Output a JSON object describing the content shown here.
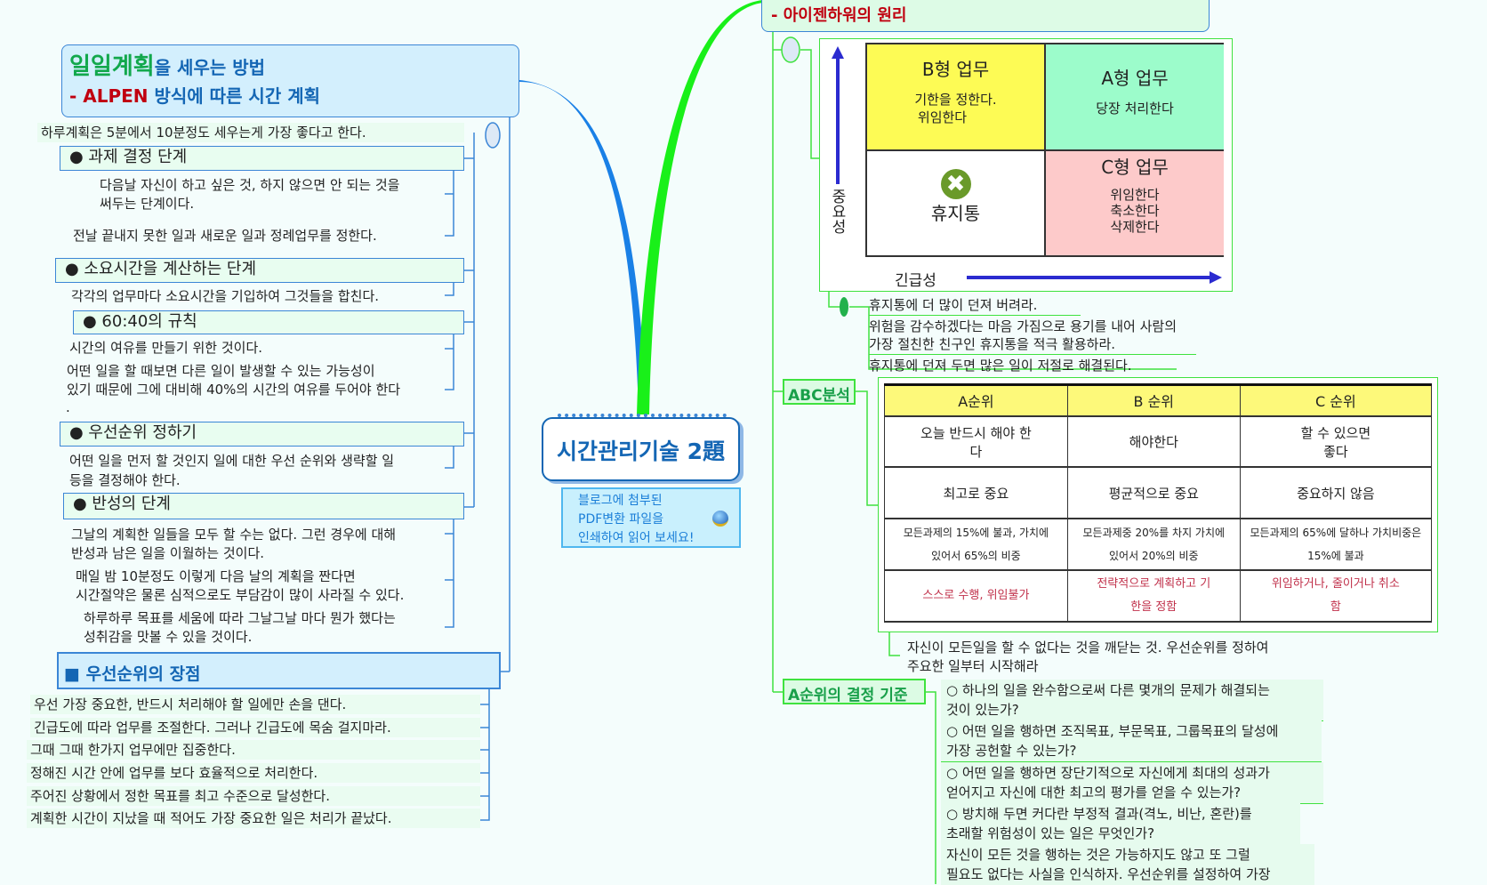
{
  "central": {
    "title": "시간관리기술 2題",
    "note": [
      "블로그에 첨부된",
      "PDF변환 파일을",
      "인쇄하여 읽어 보세요!"
    ]
  },
  "left": {
    "title_green": "일일계획",
    "title_rest": "을 세우는 방법",
    "subtitle_dash": "- ",
    "subtitle_red": "ALPEN",
    "subtitle_rest": " 방식에 따른 시간 계획",
    "intro": "하루계획은 5분에서 10분정도 세우는게 가장 좋다고 한다.",
    "steps": [
      {
        "label": "● 과제 결정 단계",
        "lines": [
          "다음날 자신이 하고 싶은 것, 하지 않으면 안 되는 것을",
          "써두는 단계이다.",
          "전날 끝내지 못한 일과 새로운 일과 정례업무를 정한다."
        ]
      },
      {
        "label": "● 소요시간을 계산하는 단계",
        "lines": [
          "각각의 업무마다 소요시간을 기입하여 그것들을 합친다."
        ]
      },
      {
        "label": "● 60:40의 규칙",
        "lines": [
          "시간의 여유를 만들기 위한 것이다.",
          "어떤 일을 할 때보면 다른 일이 발생할 수 있는 가능성이",
          "있기 때문에 그에 대비해 40%의 시간의 여유를 두어야 한다",
          "."
        ]
      },
      {
        "label": "● 우선순위 정하기",
        "lines": [
          "어떤 일을 먼저 할 것인지 일에 대한 우선 순위와 생략할 일",
          "등을 결정해야 한다."
        ]
      },
      {
        "label": "● 반성의 단계",
        "lines": [
          "그날의 계획한 일들을 모두 할 수는 없다. 그런 경우에 대해",
          "반성과 남은 일을 이월하는 것이다.",
          "매일 밤 10분정도 이렇게 다음 날의 계획을 짠다면",
          "시간절약은 물론 심적으로도 부담감이 많이 사라질 수 있다.",
          "하루하루 목표를 세움에 따라 그날그날 마다 뭔가 했다는",
          "성취감을  맛볼 수 있을 것이다."
        ]
      }
    ],
    "advantages_title": "■ 우선순위의 장점",
    "advantages": [
      "우선 가장 중요한, 반드시 처리해야 할 일에만  손을 댄다.",
      " 긴급도에 따라 업무를 조절한다. 그러나 긴급도에 목숨 걸지마라.",
      "그때 그때 한가지 업무에만 집중한다.",
      "정해진 시간 안에 업무를 보다 효율적으로 처리한다.",
      "주어진 상황에서 정한 목표를 최고 수준으로 달성한다.",
      "계획한 시간이 지났을 때 적어도 가장 중요한 일은 처리가 끝났다."
    ]
  },
  "right": {
    "eisenhower_title": "- 아이젠하워의 원리",
    "matrix": {
      "b": {
        "title": "B형 업무",
        "lines": [
          "기한을 정한다.",
          "위임한다"
        ],
        "color": "#fdfb55"
      },
      "a": {
        "title": "A형 업무",
        "lines": [
          "당장 처리한다"
        ],
        "color": "#9cfccb"
      },
      "trash": {
        "title": "휴지통"
      },
      "c": {
        "title": "C형 업무",
        "lines": [
          "위임한다",
          "축소한다",
          "삭제한다"
        ],
        "color": "#fdcaca"
      },
      "y_axis": "중요성",
      "x_axis": "긴급성"
    },
    "trash_notes": [
      "휴지통에 더 많이 던져 버려라.",
      "위험을 감수하겠다는 마음 가짐으로 용기를 내어 사람의",
      "가장 절친한 친구인 휴지통을 적극 활용하라.",
      "휴지통에 던져 두면 많은 일이 저절로 해결된다."
    ],
    "abc_label": "ABC분석",
    "abc_table": {
      "headers": [
        "A순위",
        "B 순위",
        "C 순위"
      ],
      "rows": [
        [
          "오늘 반드시 해야 한다",
          "해야한다",
          "할 수 있으면 좋다"
        ],
        [
          "최고로 중요",
          "평균적으로 중요",
          "중요하지 않음"
        ],
        [
          "모든과제의 15%에 불과, 가치에 있어서 65%의 비중",
          "모든과제중 20%를 차지 가치에 있어서 20%의 비중",
          "모든과제의 65%에 달하나 가치비중은 15%에 불과"
        ],
        [
          "스스로 수행, 위임불가",
          "전략적으로 계획하고 기한을 정함",
          "위임하거나, 줄이거나 취소함"
        ]
      ]
    },
    "abc_note": [
      "자신이 모든일을 할 수 없다는 것을 깨닫는 것. 우선순위를 정하여",
      "주요한 일부터 시작해라"
    ],
    "criteria_label": "A순위의 결정 기준",
    "criteria": [
      [
        "○ 하나의 일을 완수함으로써 다른 몇개의 문제가 해결되는",
        "것이 있는가?"
      ],
      [
        "○ 어떤 일을 행하면 조직목표, 부문목표, 그룹목표의 달성에",
        "가장 공헌할 수 있는가?"
      ],
      [
        "○ 어떤 일을 행하면 장단기적으로 자신에게 최대의 성과가",
        "얻어지고 자신에 대한 최고의 평가를 얻을 수 있는가?"
      ],
      [
        "○ 방치해 두면 커다란 부정적 결과(격노, 비난, 혼란)를",
        "초래할 위험성이 있는 일은 무엇인가?"
      ],
      [
        "자신이 모든 것을 행하는 것은 가능하지도 않고 또 그럴",
        "필요도 없다는 사실을 인식하자. 우선순위를 설정하여 가장"
      ]
    ]
  },
  "colors": {
    "blue_branch": "#1a80e6",
    "green_branch": "#19f019",
    "title_blue": "#1466b4",
    "red": "#c00010"
  }
}
